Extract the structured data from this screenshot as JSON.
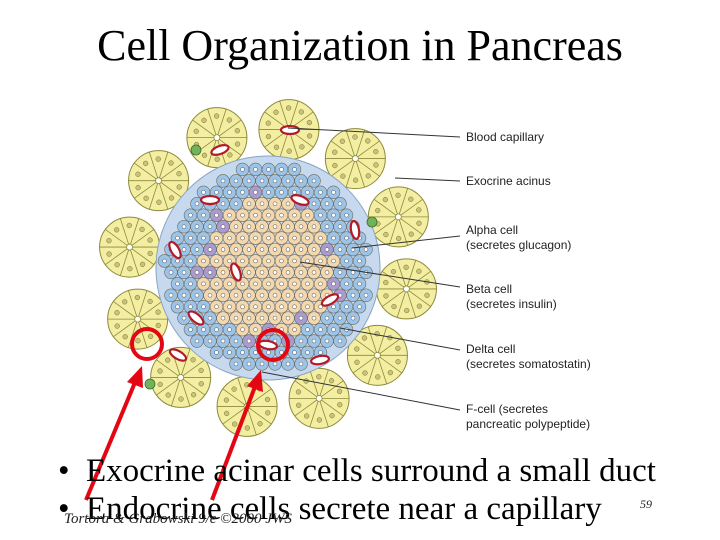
{
  "slide": {
    "title": "Cell Organization in Pancreas",
    "page_number": "59",
    "credit": "Tortora & Grabowski 9/e ©2000 JWS"
  },
  "labels": [
    {
      "line1": "Blood capillary",
      "line2": ""
    },
    {
      "line1": "Exocrine acinus",
      "line2": ""
    },
    {
      "line1": "Alpha cell",
      "line2": "(secretes glucagon)"
    },
    {
      "line1": "Beta cell",
      "line2": "(secretes insulin)"
    },
    {
      "line1": "Delta cell",
      "line2": "(secretes somatostatin)"
    },
    {
      "line1": "F-cell (secretes",
      "line2": "pancreatic polypeptide)"
    }
  ],
  "bullets": [
    "Exocrine acinar cells surround a small duct",
    "Endocrine cells secrete near a capillary"
  ],
  "colors": {
    "acinar": "#f3eea2",
    "acinar_stroke": "#8d8a3a",
    "alpha": "#9cc4e8",
    "beta": "#f3d7ad",
    "delta": "#a99ad0",
    "capillary": "#b21a2a",
    "fcell": "#72b25a",
    "highlight": "#e30613"
  }
}
